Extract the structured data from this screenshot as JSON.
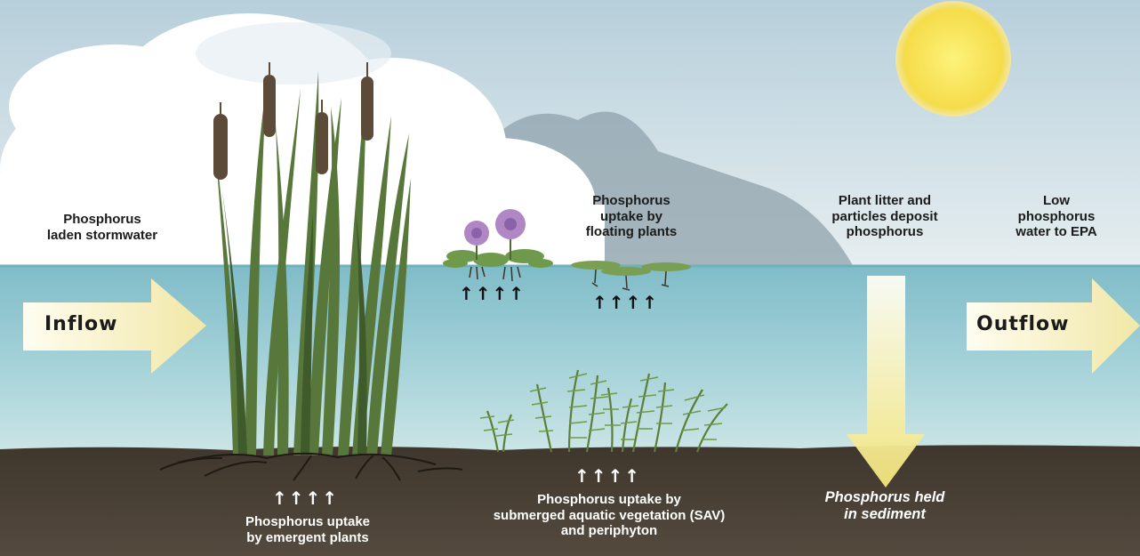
{
  "title": "",
  "colors": {
    "sky": "#c9dde6",
    "water": "#8fc5cf",
    "sediment": "#4a4035",
    "sun": "#f6e35c",
    "plant": "#4d6b34",
    "flow_arrow": "#f6f0c0"
  },
  "labels": {
    "inflow_source": [
      "Phosphorus",
      "laden stormwater"
    ],
    "floating_uptake": [
      "Phosphorus",
      "uptake by",
      "floating plants"
    ],
    "litter_deposit": [
      "Plant litter and",
      "particles deposit",
      "phosphorus"
    ],
    "outflow_dest": [
      "Low",
      "phosphorus",
      "water to EPA"
    ],
    "emergent_uptake": [
      "Phosphorus uptake",
      "by emergent plants"
    ],
    "sav_uptake": [
      "Phosphorus uptake by",
      "submerged aquatic vegetation (SAV)",
      "and periphyton"
    ],
    "sediment": [
      "Phosphorus held",
      "in sediment"
    ]
  },
  "flows": {
    "inflow": "Inflow",
    "outflow": "Outflow"
  },
  "uptake_arrows": "↑↑↑↑",
  "icons": [
    "sun-icon",
    "cattail-icon",
    "water-hyacinth-icon",
    "lily-pad-icon",
    "sav-plant-icon",
    "flow-arrow-icon",
    "deposit-arrow-icon"
  ]
}
